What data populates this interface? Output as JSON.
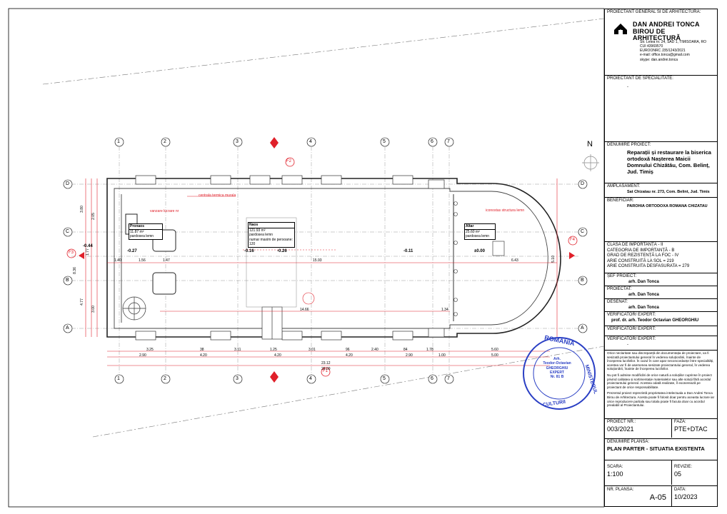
{
  "colors": {
    "ink": "#000000",
    "dim_red": "#e0202a",
    "stamp_blue": "#2a3fc4",
    "wall_gray": "#555555"
  },
  "title_block": {
    "general_designer_label": "PROIECTANT GENERAL SI DE ARHITECTURA:",
    "firm_name_line1": "DAN ANDREI TONCA",
    "firm_name_line2": "BIROU DE ARHITECTURĂ",
    "firm_address": [
      "Str. Letea nr. 24, SAD 1, TIMISOARA, RO",
      "CUI 43969570",
      "EUROONRC J35/1243/2021",
      "e-mail: office.tonca@gmail.com",
      "skype: dan.andrei.tonca"
    ],
    "specialist_label": "PROIECTANT DE SPECIALITATE:",
    "specialist_value": "-",
    "project_name_label": "DENUMIRE PROIECT:",
    "project_name": "Reparații și restaurare la biserica ortodoxă Nașterea Maicii Domnului Chizătău, Com. Belinț, Jud. Timiș",
    "location_label": "AMPLASAMENT:",
    "location_value": "Sat Chizatau nr. 273, Com. Belint, Jud. Timis",
    "beneficiary_label": "BENEFICIAR:",
    "beneficiary_value": "PAROHIA ORTODOXA ROMANA CHIZATAU",
    "class_lines": [
      "CLASA DE IMPORTANȚĂ - II",
      "CATEGORIA DE IMPORTANȚĂ - B",
      "GRAD DE REZISTENȚĂ LA FOC - IV",
      "ARIE CONSTRUITĂ LA SOL = 219",
      "ARIE CONSTRUITA DESFASURATA = 279"
    ],
    "chief_label": "ȘEF PROIECT:",
    "chief_value": "arh. Dan Tonca",
    "designed_label": "PROIECTAT:",
    "designed_value": "arh. Dan Tonca",
    "drawn_label": "DESENAT:",
    "drawn_value": "arh. Dan Tonca",
    "verifier_label": "VERIFICATOR/ EXPERT:",
    "verifier_value": "prof. dr. arh. Teodor Octavian GHEORGHIU",
    "verifier2_label": "VERIFICATOR/ EXPERT:",
    "verifier3_label": "VERIFICATOR/ EXPERT:",
    "verifier3_value": "-",
    "notes": [
      "Orice neclaritate sau discrepanță din documentația de proiectare, va fi sesizată proiectantului general în vederea soluționării, înainte de începerea lucrărilor. În cazul în care apar neconcordanțe între specialități, acestea vor fi de asemenea sesizate proiectantului general, în vederea soluționării, înainte de începerea lucrărilor.",
      "Nu pot fi admise modificări de orice natură a soluțiilor cuprinse în proiect privind calitatea și sortimentație materialelor sau alte soluții fără acordul proiectantului general. Acestea odată realizate, îl exonerează pe proiectant de orice responsabilitate.",
      "Prezentul proiect reprezintă proprietatea intelectuala a Dan Andrei Tonca Birou de Arhitectura. Acesta poate fi folosit doar pentru aceasta lucrare iar orice reproducere partiala sau totala poate fi facuta doar cu acordul prealabil al Proiectantului."
    ],
    "project_nr_label": "PROIECT NR.:",
    "project_nr_value": "003/2021",
    "phase_label": "FAZA:",
    "phase_value": "PTE+DTAC",
    "sheet_name_label": "DENUMIRE PLANSA:",
    "sheet_name_value": "PLAN PARTER - SITUATIA EXISTENTA",
    "scale_label": "SCARA:",
    "scale_value": "1:100",
    "revision_label": "REVIZIE:",
    "revision_value": "05",
    "sheet_nr_label": "NR. PLANSA:",
    "sheet_nr_value": "A-05",
    "date_label": "DATA:",
    "date_value": "10/2023"
  },
  "stamp": {
    "top_text": "ROMÂNIA",
    "right_text": "MINISTERUL",
    "bottom_text": "CULTURII",
    "line1": "Arh.",
    "line2": "Teodor-Octavian",
    "line3": "GHEORGHIU",
    "line4": "EXPERT",
    "line5": "Nr. 81 B"
  },
  "plan": {
    "north_label": "N",
    "axes_numbers": [
      "1",
      "2",
      "3",
      "4",
      "5",
      "6",
      "7"
    ],
    "axes_letters": [
      "D",
      "C",
      "A",
      "B",
      "A"
    ],
    "section_markers": {
      "f2": "F2",
      "f1": "F1",
      "f3": "F3",
      "f4": "F4"
    },
    "rooms": {
      "pronaos": {
        "name": "Pronaos",
        "area": "11.87 m²",
        "floor": "pardosea lemn"
      },
      "naos": {
        "name": "Naos",
        "area": "121.93 m²",
        "floor": "pardosea lemn",
        "capacity": "numar maxim de persoane: 120"
      },
      "altar": {
        "name": "Altar",
        "area": "25.60 m²",
        "floor": "pardosea lemn"
      }
    },
    "callouts": {
      "mural": "centrala termica murala",
      "vaulting": "vanzare lucrare nr",
      "iconostas": "iconostas structura lemn"
    },
    "levels": [
      "-0.44",
      "-0.27",
      "-0.16",
      "-0.26",
      "-0.11",
      "±0.00"
    ],
    "bottom_dims_row1": [
      "3.25",
      "38",
      "3.11",
      "1.25",
      "3.01",
      "96",
      "2.40",
      "84",
      "1.78",
      "5.60"
    ],
    "bottom_dims_row2": [
      "2.90",
      "4.20",
      "4.20",
      "4.20",
      "2.90",
      "1.00",
      "5.00"
    ],
    "bottom_dims_total": "29.09",
    "bottom_dims_total2": "23.12",
    "inner_dims": [
      "15.93",
      "6.43",
      "14.66",
      "1.34",
      "1.40",
      "1.56",
      "1.47"
    ],
    "left_dims": [
      "3.80",
      "1.77",
      "4.77",
      "8.36",
      "2.05",
      "3.00"
    ],
    "right_dims": [
      "5.10"
    ]
  }
}
